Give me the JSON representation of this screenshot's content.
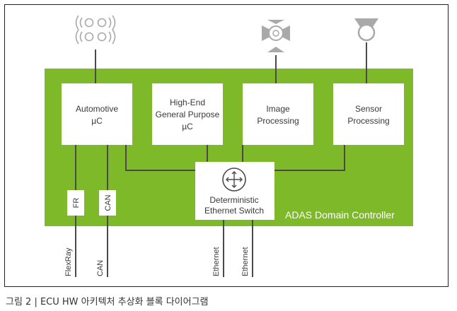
{
  "diagram": {
    "controller_title": "ADAS Domain Controller",
    "blocks": {
      "automotive": [
        "Automotive",
        "µC"
      ],
      "high_end": [
        "High-End",
        "General Purpose",
        "µC"
      ],
      "image": [
        "Image",
        "Processing"
      ],
      "sensor": [
        "Sensor",
        "Processing"
      ],
      "switch": [
        "Deterministic",
        "Ethernet Switch"
      ]
    },
    "interfaces": {
      "fr": "FR",
      "can": "CAN"
    },
    "external_lines": {
      "flexray": "FlexRay",
      "can": "CAN",
      "ethernet_1": "Ethernet",
      "ethernet_2": "Ethernet"
    },
    "icons": {
      "radar": "radar-waves-icon",
      "camera": "camera-icon",
      "sensor": "sensor-cone-icon",
      "switch": "network-switch-icon"
    },
    "colors": {
      "controller_green": "#7db929",
      "block_fill": "#ffffff",
      "line": "#4a4a4a",
      "icon_gray": "#a9a9a9"
    }
  },
  "caption": "그림 2 | ECU HW 아키텍처 추상화 블록 다이어그램"
}
